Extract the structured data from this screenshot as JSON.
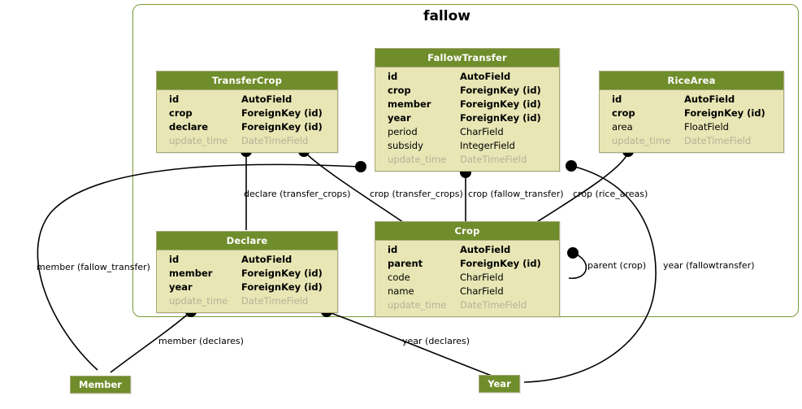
{
  "diagram": {
    "cluster_title": "fallow",
    "accent_green": "#6f8d2b",
    "border_green": "#7a9a36",
    "table_body": "#e8e6b4",
    "muted_text": "#b3b39a"
  },
  "tables": [
    {
      "name": "TransferCrop",
      "fields": [
        {
          "name": "id",
          "type": "AutoField",
          "key": true,
          "muted": false
        },
        {
          "name": "crop",
          "type": "ForeignKey (id)",
          "key": true,
          "muted": false
        },
        {
          "name": "declare",
          "type": "ForeignKey (id)",
          "key": true,
          "muted": false
        },
        {
          "name": "update_time",
          "type": "DateTimeField",
          "key": false,
          "muted": true
        }
      ]
    },
    {
      "name": "FallowTransfer",
      "fields": [
        {
          "name": "id",
          "type": "AutoField",
          "key": true,
          "muted": false
        },
        {
          "name": "crop",
          "type": "ForeignKey (id)",
          "key": true,
          "muted": false
        },
        {
          "name": "member",
          "type": "ForeignKey (id)",
          "key": true,
          "muted": false
        },
        {
          "name": "year",
          "type": "ForeignKey (id)",
          "key": true,
          "muted": false
        },
        {
          "name": "period",
          "type": "CharField",
          "key": false,
          "muted": false
        },
        {
          "name": "subsidy",
          "type": "IntegerField",
          "key": false,
          "muted": false
        },
        {
          "name": "update_time",
          "type": "DateTimeField",
          "key": false,
          "muted": true
        }
      ]
    },
    {
      "name": "RiceArea",
      "fields": [
        {
          "name": "id",
          "type": "AutoField",
          "key": true,
          "muted": false
        },
        {
          "name": "crop",
          "type": "ForeignKey (id)",
          "key": true,
          "muted": false
        },
        {
          "name": "area",
          "type": "FloatField",
          "key": false,
          "muted": false
        },
        {
          "name": "update_time",
          "type": "DateTimeField",
          "key": false,
          "muted": true
        }
      ]
    },
    {
      "name": "Declare",
      "fields": [
        {
          "name": "id",
          "type": "AutoField",
          "key": true,
          "muted": false
        },
        {
          "name": "member",
          "type": "ForeignKey (id)",
          "key": true,
          "muted": false
        },
        {
          "name": "year",
          "type": "ForeignKey (id)",
          "key": true,
          "muted": false
        },
        {
          "name": "update_time",
          "type": "DateTimeField",
          "key": false,
          "muted": true
        }
      ]
    },
    {
      "name": "Crop",
      "fields": [
        {
          "name": "id",
          "type": "AutoField",
          "key": true,
          "muted": false
        },
        {
          "name": "parent",
          "type": "ForeignKey (id)",
          "key": true,
          "muted": false
        },
        {
          "name": "code",
          "type": "CharField",
          "key": false,
          "muted": false
        },
        {
          "name": "name",
          "type": "CharField",
          "key": false,
          "muted": false
        },
        {
          "name": "update_time",
          "type": "DateTimeField",
          "key": false,
          "muted": true
        }
      ]
    }
  ],
  "external_nodes": [
    {
      "name": "Member"
    },
    {
      "name": "Year"
    }
  ],
  "edge_labels": [
    {
      "id": "declare-transfer-crops",
      "text": "declare (transfer_crops)"
    },
    {
      "id": "crop-transfer-crops",
      "text": "crop (transfer_crops)"
    },
    {
      "id": "crop-fallow-transfer",
      "text": "crop (fallow_transfer)"
    },
    {
      "id": "crop-rice-areas",
      "text": "crop (rice_areas)"
    },
    {
      "id": "member-fallow-transfer",
      "text": "member (fallow_transfer)"
    },
    {
      "id": "parent-crop",
      "text": "parent (crop)"
    },
    {
      "id": "year-fallowtransfer",
      "text": "year (fallowtransfer)"
    },
    {
      "id": "member-declares",
      "text": "member (declares)"
    },
    {
      "id": "year-declares",
      "text": "year (declares)"
    }
  ]
}
